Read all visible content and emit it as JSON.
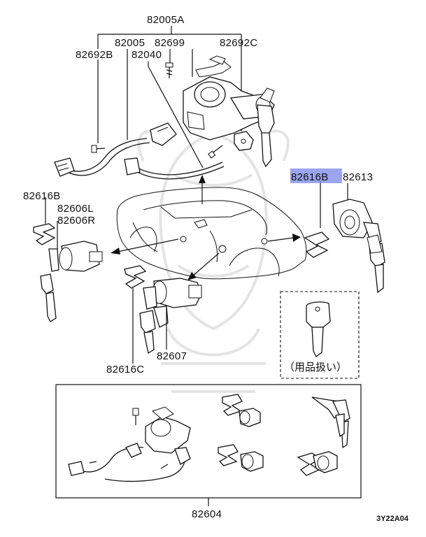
{
  "callouts": {
    "c82005A": "82005A",
    "c82005": "82005",
    "c82699": "82699",
    "c82692C": "82692C",
    "c82692B": "82692B",
    "c82040": "82040",
    "c82616B_right": "82616B",
    "c82613": "82613",
    "c82616B_left": "82616B",
    "c82606L": "82606L",
    "c82606R": "82606R",
    "c82607": "82607",
    "c82616C": "82616C",
    "c82604": "82604"
  },
  "highlight_label": "82616B",
  "key_blank_note": "（用品扱い）",
  "diagram_code": "3Y22A04"
}
